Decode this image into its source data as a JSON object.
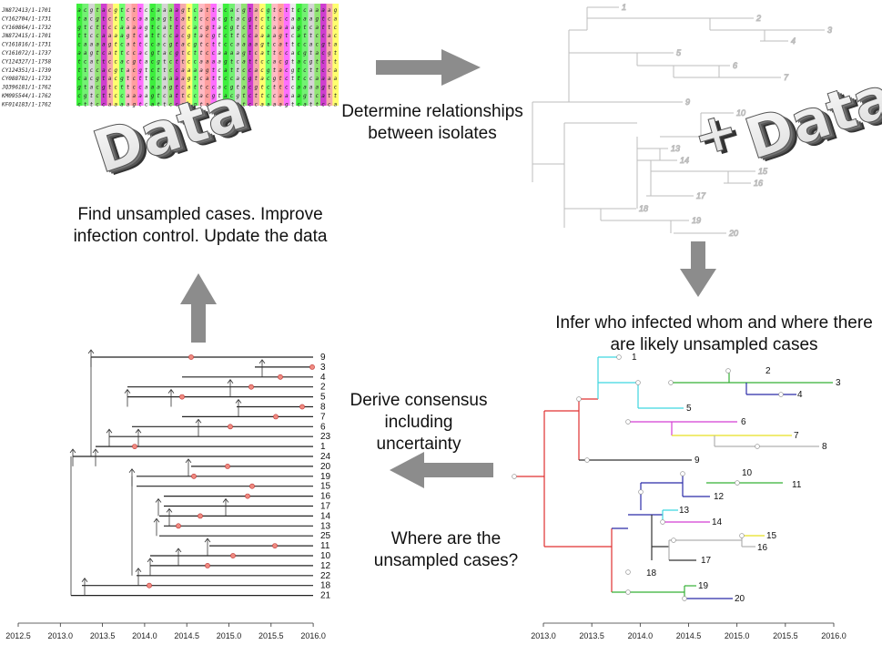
{
  "captions": {
    "determine": "Determine relationships between isolates",
    "find": "Find unsampled cases. Improve infection control. Update the data",
    "infer": "Infer who infected whom and where there are likely unsampled cases",
    "derive": "Derive consensus including uncertainty",
    "where": "Where are the unsampled cases?"
  },
  "alignment": {
    "ids": [
      "JN872413/1-1701",
      "CY162704/1-1731",
      "CY160864/1-1732",
      "JN872415/1-1701",
      "CY161816/1-1731",
      "CY161072/1-1737",
      "CY124327/1-1758",
      "CY124351/1-1739",
      "CY088782/1-1732",
      "JQ396181/1-1762",
      "KM095544/1-1762",
      "KF014183/1-1762"
    ],
    "colors": [
      "#8be36b",
      "#ff66ff",
      "#f4a6a6",
      "#33ee33",
      "#66ff66",
      "#d3d3d3",
      "#ff9999",
      "#cc33cc",
      "#eaeaea",
      "#ffff66",
      "#6cf06c",
      "#ffb6c1"
    ]
  },
  "data_word": "Data",
  "plus_sign": "+",
  "phylo_tree": {
    "tips": [
      "1",
      "2",
      "3",
      "4",
      "5",
      "6",
      "7",
      "9",
      "10",
      "13",
      "14",
      "15",
      "16",
      "17",
      "18",
      "19",
      "20"
    ]
  },
  "consensus_tree": {
    "labels": [
      "9",
      "3",
      "4",
      "2",
      "5",
      "8",
      "7",
      "6",
      "23",
      "1",
      "24",
      "20",
      "19",
      "15",
      "16",
      "17",
      "14",
      "13",
      "25",
      "11",
      "10",
      "12",
      "22",
      "18",
      "21"
    ],
    "axis_ticks": [
      "2012.5",
      "2013.0",
      "2013.5",
      "2014.0",
      "2014.5",
      "2015.0",
      "2015.5",
      "2016.0"
    ]
  },
  "transmission_tree": {
    "labels": [
      "1",
      "2",
      "3",
      "4",
      "5",
      "6",
      "7",
      "8",
      "9",
      "10",
      "11",
      "12",
      "13",
      "14",
      "15",
      "16",
      "17",
      "18",
      "19",
      "20"
    ],
    "axis_ticks": [
      "2013.0",
      "2013.5",
      "2014.0",
      "2014.5",
      "2015.0",
      "2015.5",
      "2016.0"
    ],
    "colors": {
      "root": "#e03030",
      "cyan": "#3dd6e0",
      "green": "#35b035",
      "magenta": "#d43fd4",
      "yellow": "#e8e020",
      "grey": "#b0b0b0",
      "blue": "#2a2aa8",
      "dark": "#333333"
    }
  }
}
